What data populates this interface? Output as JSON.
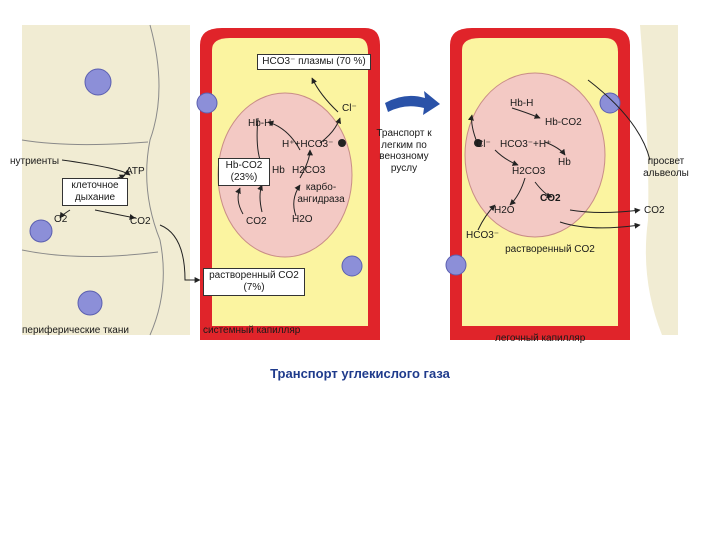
{
  "caption": "Транспорт углекислого газа",
  "colors": {
    "vessel_wall": "#e0242a",
    "plasma": "#fbf4a0",
    "rbc": "#f3c9c4",
    "tissue_bg": "#f1ecd3",
    "arrow": "#2a52a8",
    "cell_nucleus": "#8c8fd8"
  },
  "tissue": {
    "panel_label": "периферические ткани",
    "nutrients": "нутриенты",
    "atp": "ATP",
    "respiration": "клеточное дыхание",
    "o2": "O2",
    "co2": "CO2"
  },
  "systemic": {
    "panel_label": "системный капилляр",
    "hco3_plasma": "HCO3⁻ плазмы (70 %)",
    "cl": "Cl⁻",
    "hb_h": "Hb-H",
    "h_hco3": "H⁺+HCO3⁻",
    "hb_co2_box": "Hb-CO2 (23%)",
    "hb": "Hb",
    "h2co3": "H2CO3",
    "carbonic_anhydrase": "карбо-ангидраза",
    "co2": "CO2",
    "h2o": "H2O",
    "dissolved_co2": "растворенный CO2 (7%)"
  },
  "transport_label": "Транспорт к легким по венозному руслу",
  "pulmonary": {
    "panel_label": "легочный капилляр",
    "hb_h": "Hb-H",
    "hb_co2": "Hb-CO2",
    "cl": "Cl⁻",
    "hco3_h": "HCO3⁻+H⁺",
    "hb": "Hb",
    "h2co3": "H2CO3",
    "co2": "CO2",
    "h2o": "H2O",
    "hco3": "HCO3⁻",
    "dissolved_co2": "растворенный CO2"
  },
  "alveolus": {
    "label": "просвет альвеолы",
    "co2": "CO2"
  }
}
